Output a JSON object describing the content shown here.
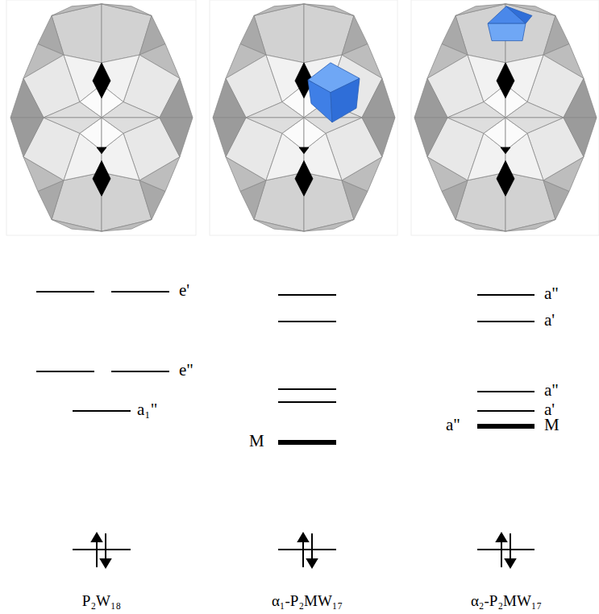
{
  "diagram": {
    "labels": [
      "e'",
      "e\"",
      "a₁\"",
      "M",
      "a\"",
      "a'",
      "a\"",
      "a'",
      "a\"",
      "M",
      "P₂W₁₈",
      "α₁-P₂MW₁₇",
      "α₂-P₂MW₁₇"
    ]
  }
}
